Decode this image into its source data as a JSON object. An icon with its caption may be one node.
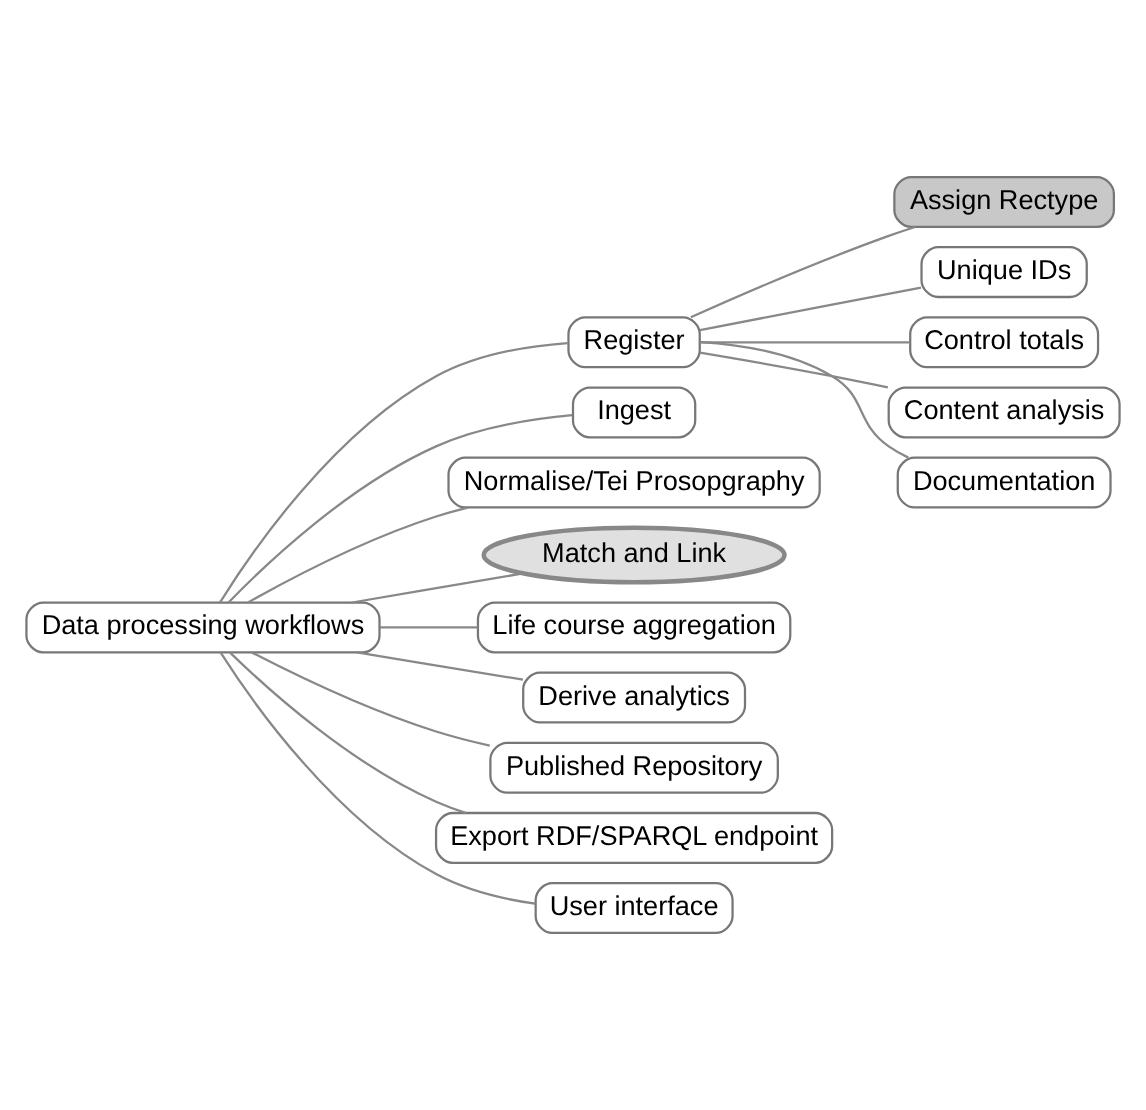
{
  "diagram": {
    "nodes": [
      {
        "text": [
          "Data processing workflows"
        ]
      },
      {
        "text": [
          "Register"
        ]
      },
      {
        "text": [
          "Assign Rectype"
        ]
      },
      {
        "text": [
          "Unique IDs"
        ]
      },
      {
        "text": [
          "Control totals"
        ]
      },
      {
        "text": [
          "Content analysis"
        ]
      },
      {
        "text": [
          "Documentation"
        ]
      },
      {
        "text": [
          "Ingest"
        ]
      },
      {
        "text": [
          "Normalise/Tei Prosopgraphy"
        ]
      },
      {
        "text": [
          "Match and Link"
        ]
      },
      {
        "text": [
          "Life course aggregation"
        ]
      },
      {
        "text": [
          "Derive analytics"
        ]
      },
      {
        "text": [
          "Published Repository"
        ]
      },
      {
        "text": [
          "Export RDF/SPARQL endpoint"
        ]
      },
      {
        "text": [
          "User interface"
        ]
      }
    ],
    "edges": [
      {
        "from": 0,
        "to": 1,
        "arrow": "none"
      },
      {
        "from": 1,
        "to": 2,
        "arrow": "none"
      },
      {
        "from": 1,
        "to": 3,
        "arrow": "none"
      },
      {
        "from": 1,
        "to": 4,
        "arrow": "none"
      },
      {
        "from": 1,
        "to": 5,
        "arrow": "none"
      },
      {
        "from": 1,
        "to": 6,
        "arrow": "none"
      },
      {
        "from": 0,
        "to": 7,
        "arrow": "none"
      },
      {
        "from": 0,
        "to": 8,
        "arrow": "none"
      },
      {
        "from": 0,
        "to": 9,
        "arrow": "none"
      },
      {
        "from": 0,
        "to": 10,
        "arrow": "none"
      },
      {
        "from": 0,
        "to": 11,
        "arrow": "none"
      },
      {
        "from": 0,
        "to": 12,
        "arrow": "none"
      },
      {
        "from": 0,
        "to": 13,
        "arrow": "none"
      },
      {
        "from": 0,
        "to": 14,
        "arrow": "none"
      }
    ]
  }
}
